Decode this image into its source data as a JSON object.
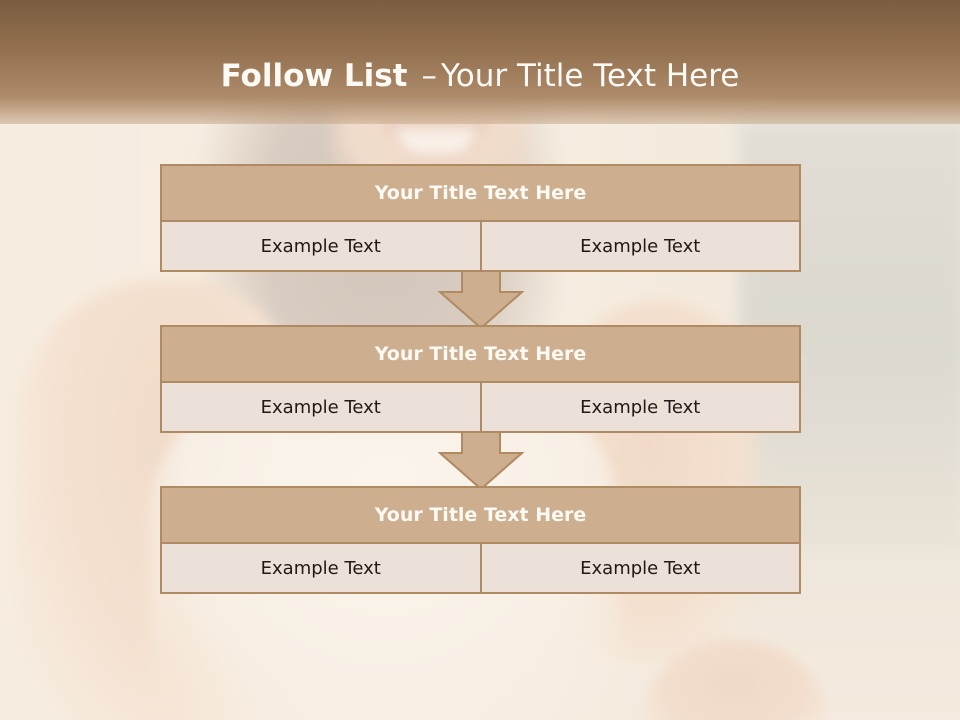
{
  "slide": {
    "title_bold": "Follow List",
    "title_separator": "–",
    "title_rest": "Your Title Text Here"
  },
  "blocks": [
    {
      "title": "Your Title Text Here",
      "cells": [
        "Example Text",
        "Example Text"
      ]
    },
    {
      "title": "Your Title Text Here",
      "cells": [
        "Example Text",
        "Example Text"
      ]
    },
    {
      "title": "Your Title Text Here",
      "cells": [
        "Example Text",
        "Example Text"
      ]
    }
  ],
  "colors": {
    "header_brown": "#93704f",
    "block_title_fill": "#cdae8f",
    "block_cell_fill": "#ece1d8",
    "block_border": "#b08a63",
    "arrow_fill": "#cdae8f"
  },
  "icons": {
    "arrow": "down-arrow-icon"
  }
}
